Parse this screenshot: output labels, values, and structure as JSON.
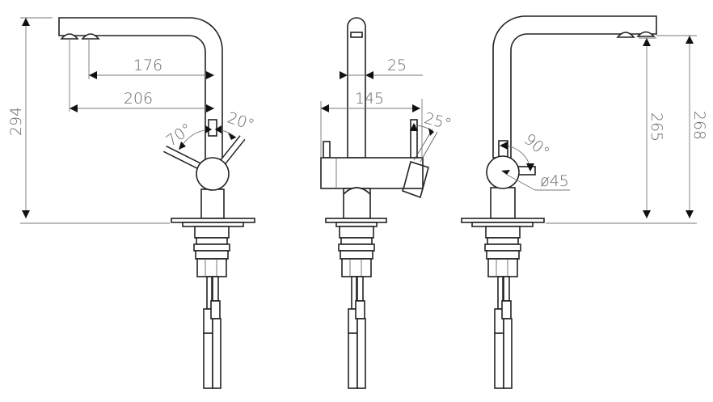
{
  "drawing": {
    "colors": {
      "outline": "#222222",
      "dimension": "#777777",
      "label": "#666666"
    },
    "side_view": {
      "height": "294",
      "reach_inner": "176",
      "reach_outer": "206",
      "angle_left": "70°",
      "angle_right": "20°"
    },
    "front_view": {
      "spout_width": "25",
      "body_width": "145",
      "angle": "25°"
    },
    "rear_view": {
      "height_outlet": "265",
      "height_total": "268",
      "angle": "90°",
      "diameter": "ø45"
    }
  }
}
